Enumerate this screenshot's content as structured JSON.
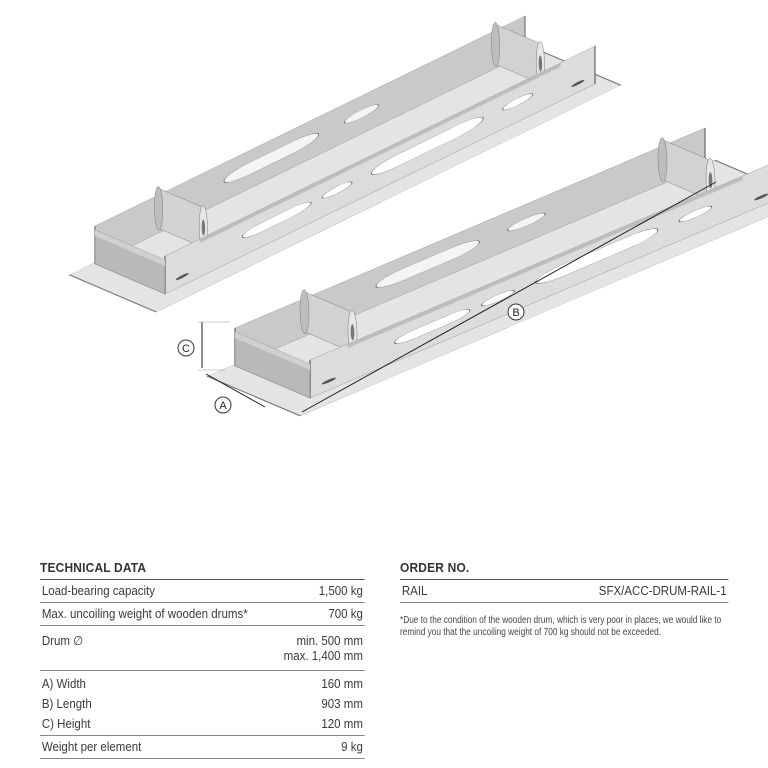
{
  "drawing": {
    "dimension_labels": {
      "a": "A",
      "b": "B",
      "c": "C"
    }
  },
  "technical_data": {
    "title": "TECHNICAL DATA",
    "rows": [
      {
        "label": "Load-bearing capacity",
        "value": "1,500 kg"
      },
      {
        "label": "Max. uncoiling weight of wooden drums*",
        "value": "700 kg"
      },
      {
        "label": "Drum ∅",
        "value": "min. 500 mm",
        "value2": "max. 1,400 mm"
      },
      {
        "label": "A) Width",
        "value": "160 mm"
      },
      {
        "label": "B) Length",
        "value": "903 mm"
      },
      {
        "label": "C) Height",
        "value": "120 mm"
      },
      {
        "label": "Weight per element",
        "value": "9 kg"
      }
    ]
  },
  "order": {
    "title": "ORDER NO.",
    "rows": [
      {
        "label": "RAIL",
        "value": "SFX/ACC-DRUM-RAIL-1"
      }
    ],
    "footnote": "*Due to the condition of the wooden drum, which is very poor in places, we would like to remind you that the uncoiling weight of 700 kg should not be exceeded."
  }
}
